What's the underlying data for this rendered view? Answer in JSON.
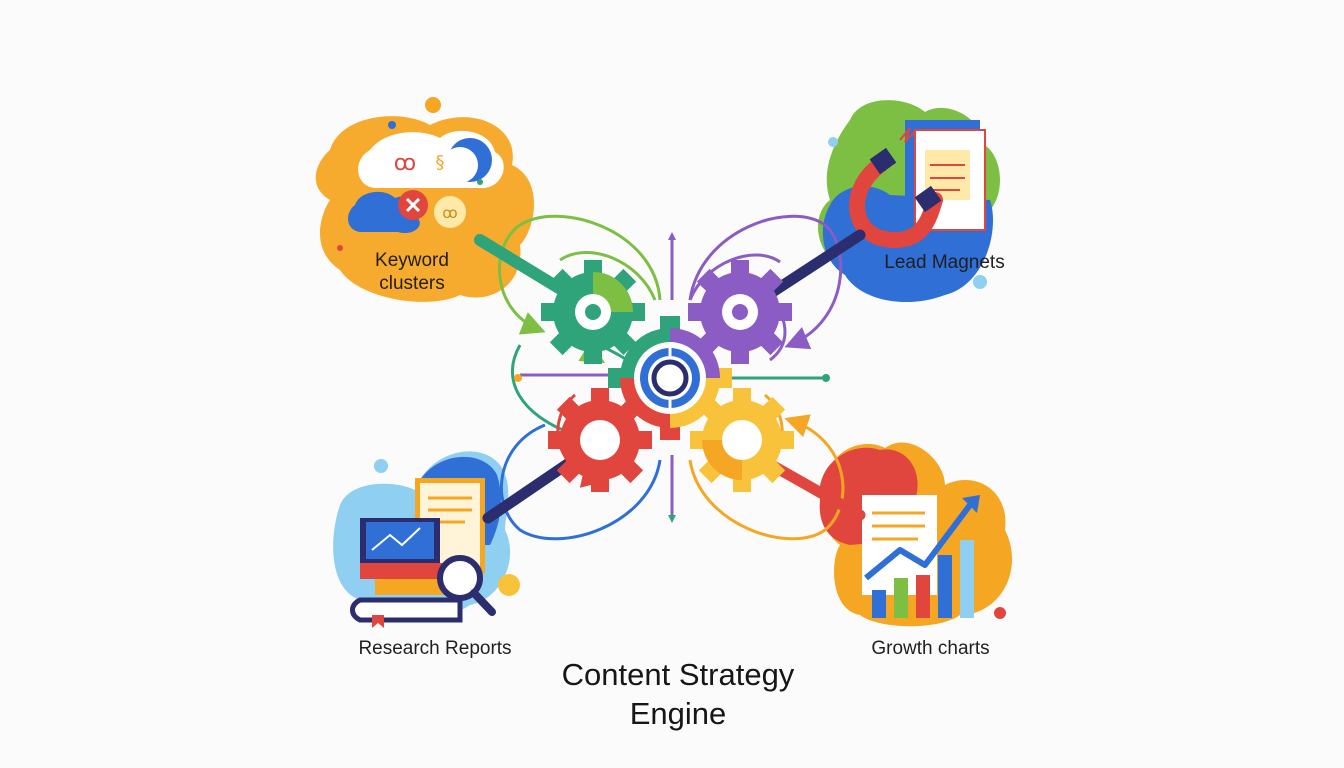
{
  "title": {
    "line1": "Content Strategy",
    "line2": "Engine"
  },
  "nodes": {
    "keyword": {
      "label_line1": "Keyword",
      "label_line2": "clusters"
    },
    "lead": {
      "label": "Lead Magnets"
    },
    "research": {
      "label": "Research Reports"
    },
    "growth": {
      "label": "Growth charts"
    }
  },
  "colors": {
    "green": "#7cbf43",
    "teal": "#2fa37a",
    "purple": "#8a5cc4",
    "red": "#e0463e",
    "orange": "#f5a623",
    "yellow": "#f8c33a",
    "blue": "#2f6fd6",
    "navy": "#2b2d6e",
    "light_blue": "#8fd0f2"
  }
}
